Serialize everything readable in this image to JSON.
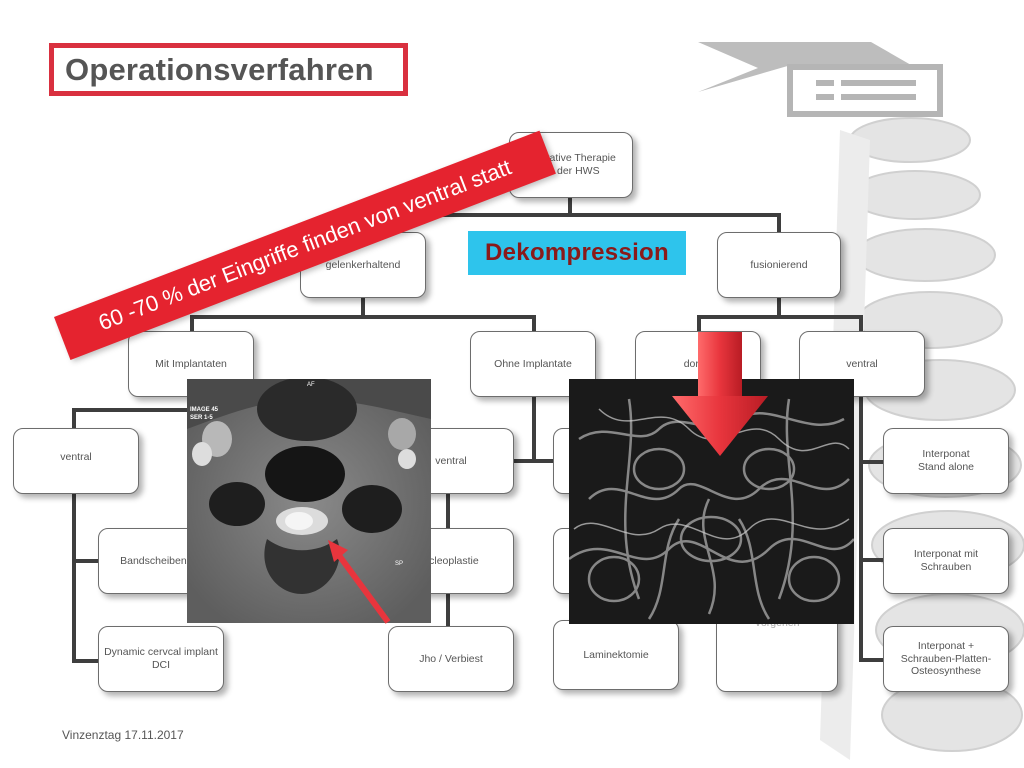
{
  "title": "Operationsverfahren",
  "banner": "60 -70 % der Eingriffe finden von ventral statt",
  "highlight": "Dekompression",
  "nodes": {
    "root": "Operative Therapie\nan der HWS",
    "gelenkerhaltend": "gelenkerhaltend",
    "fusionierend": "fusionierend",
    "mit_implantaten": "Mit Implantaten",
    "ohne_implantate": "Ohne Implantate",
    "dorsal": "dorsal",
    "ventral_fusion": "ventral",
    "ventral_left": "ventral",
    "bandscheiben": "Bandscheibenpro",
    "dynamic": "Dynamic cervcal implant\nDCI",
    "ventral_mid": "ventral",
    "nucleoplastie": "ucleoplastie",
    "jho": "Jho / Verbiest",
    "laminektomie": "Laminektomie",
    "vorgehen": "Vorgehen",
    "interponat_standalone": "Interponat\nStand alone",
    "interponat_schrauben": "Interponat  mit Schrauben",
    "interponat_platten": "Interponat  +\nSchrauben-Platten-\nOsteosynthese"
  },
  "mri_left_labels": {
    "top": "AF",
    "info1": "IMAGE  45",
    "info2": "SER  1-5",
    "side": "SP"
  },
  "footer": "Vinzenztag 17.11.2017",
  "colors": {
    "title_border": "#d9303f",
    "banner": "#e5232f",
    "highlight_bg": "#2ec4ec",
    "highlight_text": "#8a1a1a",
    "arrow": "#e8353d"
  }
}
